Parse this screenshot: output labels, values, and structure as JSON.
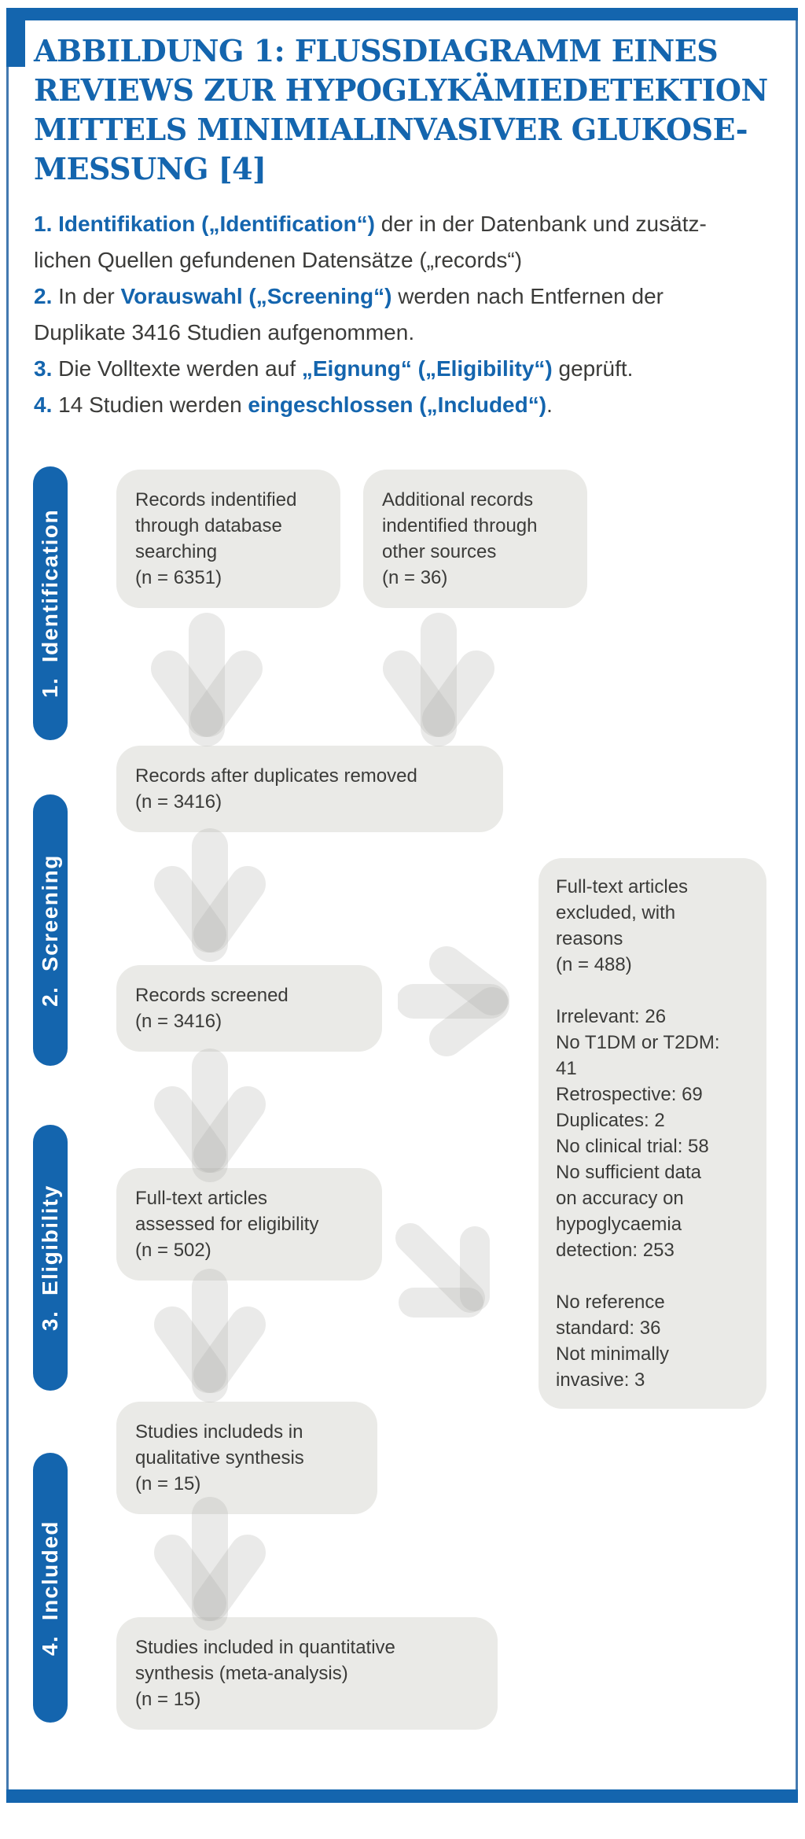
{
  "figure": {
    "title": "ABBILDUNG 1: FLUSSDIAGRAMM EINES\nREVIEWS ZUR HYPOGLYKÄMIEDETEKTION\nMITTELS MINIMIALINVASIVER GLUKOSE-\nMESSUNG [4]"
  },
  "intro": {
    "lines": [
      {
        "segments": [
          {
            "text": "1. Identifikation („Identification“)",
            "emphasis": true
          },
          {
            "text": " der in der Datenbank und zusätz-",
            "emphasis": false
          }
        ]
      },
      {
        "segments": [
          {
            "text": "lichen Quellen gefundenen Datensätze („records“)",
            "emphasis": false
          }
        ]
      },
      {
        "segments": [
          {
            "text": "2.",
            "emphasis": true
          },
          {
            "text": " In der ",
            "emphasis": false
          },
          {
            "text": "Vorauswahl („Screening“)",
            "emphasis": true
          },
          {
            "text": " werden nach Entfernen der",
            "emphasis": false
          }
        ]
      },
      {
        "segments": [
          {
            "text": "Duplikate 3416 Studien aufgenommen.",
            "emphasis": false
          }
        ]
      },
      {
        "segments": [
          {
            "text": "3.",
            "emphasis": true
          },
          {
            "text": " Die Volltexte werden auf ",
            "emphasis": false
          },
          {
            "text": "„Eignung“ („Eligibility“)",
            "emphasis": true
          },
          {
            "text": " geprüft.",
            "emphasis": false
          }
        ]
      },
      {
        "segments": [
          {
            "text": "4.",
            "emphasis": true
          },
          {
            "text": " 14 Studien werden ",
            "emphasis": false
          },
          {
            "text": "eingeschlossen („Included“)",
            "emphasis": true
          },
          {
            "text": ".",
            "emphasis": false
          }
        ]
      }
    ]
  },
  "rail": {
    "items": [
      "1.  Identification",
      "2.  Screening",
      "3.  Eligibility",
      "4.  Included"
    ]
  },
  "flow": {
    "db_records": "Records indentified\nthrough database\nsearching\n(n = 6351)",
    "other_records": "Additional records\nindentified through\nother sources\n(n = 36)",
    "dedup": "Records after duplicates removed\n(n = 3416)",
    "screened": "Records screened\n(n = 3416)",
    "fulltext_assessed": "Full-text articles\nassessed for eligibility\n(n = 502)",
    "qualitative": "Studies includeds in\nqualitative synthesis\n(n = 15)",
    "quantitative": "Studies included in quantitative\nsynthesis (meta-analysis)\n(n = 15)",
    "excluded": "Full-text articles\nexcluded, with\nreasons\n(n = 488)\n\nIrrelevant: 26\nNo T1DM or T2DM:\n41\nRetrospective: 69\nDuplicates: 2\nNo clinical trial: 58\nNo sufficient data\non accuracy on\nhypoglycaemia\ndetection: 253\n\nNo reference\nstandard: 36\nNot minimally\ninvasive: 3"
  },
  "colors": {
    "accent_blue": "#1465ae",
    "border_blue": "#4379b0",
    "box_gray": "#eaeae7",
    "text_dark": "#3b3b39",
    "arrow_gray": "#aaaca6"
  }
}
